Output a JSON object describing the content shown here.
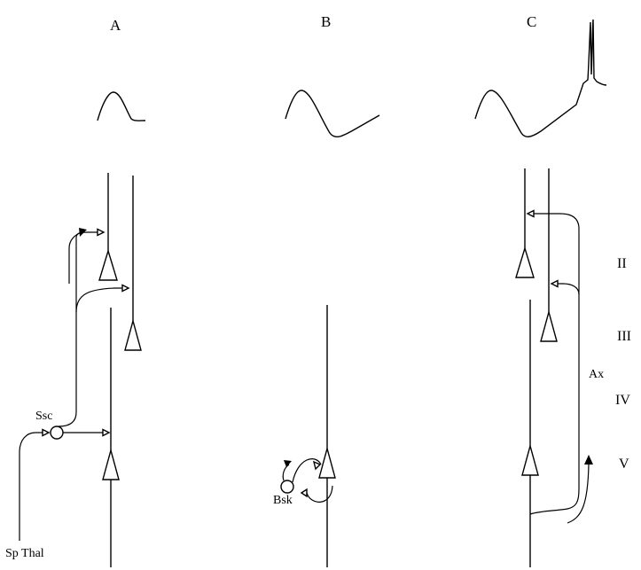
{
  "panels": {
    "a": {
      "label": "A"
    },
    "b": {
      "label": "B"
    },
    "c": {
      "label": "C"
    }
  },
  "layers": {
    "ii": "II",
    "iii": "III",
    "iv": "IV",
    "v": "V"
  },
  "cell_labels": {
    "ssc": "Ssc",
    "bsk": "Bsk",
    "ax": "Ax",
    "sp_thal": "Sp Thal"
  }
}
